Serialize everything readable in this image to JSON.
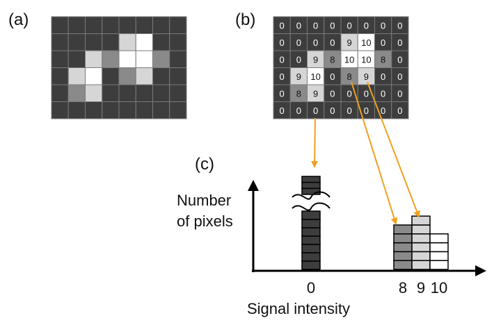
{
  "panels": {
    "a": "(a)",
    "b": "(b)",
    "c": "(c)"
  },
  "image_grid": {
    "rows": 6,
    "cols": 8,
    "values": [
      [
        0,
        0,
        0,
        0,
        0,
        0,
        0,
        0
      ],
      [
        0,
        0,
        0,
        0,
        9,
        10,
        0,
        0
      ],
      [
        0,
        0,
        9,
        8,
        10,
        10,
        8,
        0
      ],
      [
        0,
        9,
        10,
        0,
        8,
        9,
        0,
        0
      ],
      [
        0,
        8,
        9,
        0,
        0,
        0,
        0,
        0
      ],
      [
        0,
        0,
        0,
        0,
        0,
        0,
        0,
        0
      ]
    ]
  },
  "value_colors": {
    "0": "#3d3d3d",
    "8": "#8a8a8a",
    "9": "#d6d6d6",
    "10": "#ffffff"
  },
  "colors": {
    "grid_line": "#7a7a7a",
    "arrow": "#f0a020",
    "axis": "#000000"
  },
  "axis": {
    "y_label_line1": "Number",
    "y_label_line2": "of pixels",
    "x_label": "Signal intensity"
  },
  "chart_data": {
    "type": "bar",
    "categories": [
      "0",
      "8",
      "9",
      "10"
    ],
    "values": [
      33,
      5,
      6,
      4
    ],
    "xlabel": "Signal intensity",
    "ylabel": "Number of pixels",
    "y_axis_break_on": "0"
  }
}
